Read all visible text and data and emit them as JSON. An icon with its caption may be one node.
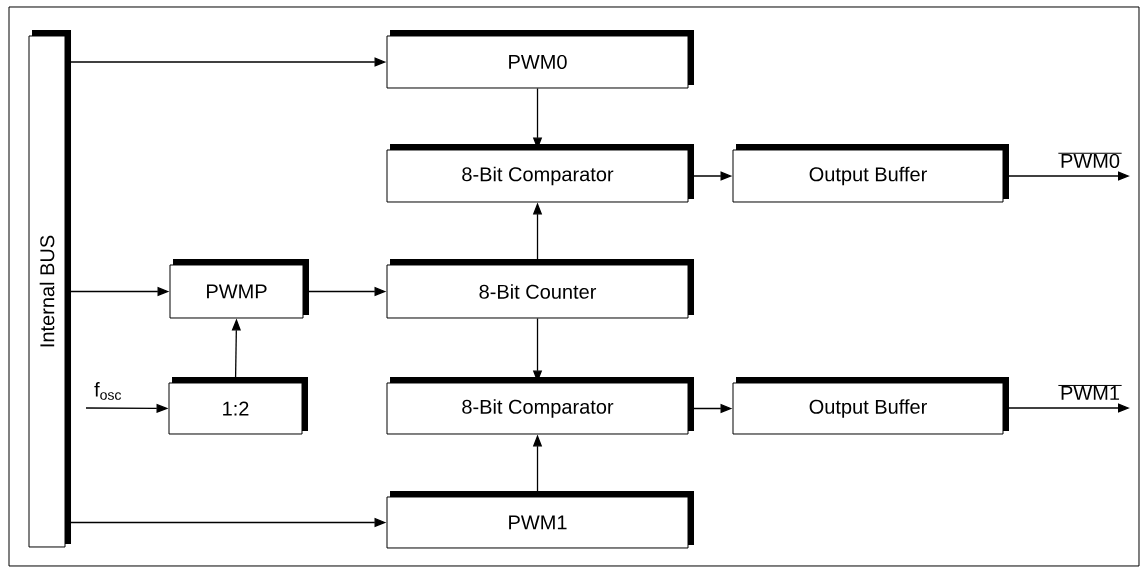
{
  "diagram": {
    "nodes": [
      {
        "text": [
          "Internal BUS"
        ]
      },
      {
        "text": [
          "PWM0"
        ]
      },
      {
        "text": [
          "8-Bit Comparator"
        ]
      },
      {
        "text": [
          "Output Buffer"
        ]
      },
      {
        "text": [
          "PWMP"
        ]
      },
      {
        "text": [
          "8-Bit Counter"
        ]
      },
      {
        "text": [
          "1:2"
        ]
      },
      {
        "text": [
          "8-Bit Comparator"
        ]
      },
      {
        "text": [
          "Output Buffer"
        ]
      },
      {
        "text": [
          "PWM1"
        ]
      }
    ],
    "edges": [
      {
        "from": 0,
        "to": 1,
        "arrow": "to"
      },
      {
        "from": 0,
        "to": 4,
        "arrow": "to"
      },
      {
        "from": 0,
        "to": 9,
        "arrow": "to"
      },
      {
        "from": 1,
        "to": 2,
        "arrow": "to"
      },
      {
        "from": 2,
        "to": 3,
        "arrow": "to"
      },
      {
        "from": 3,
        "to": null,
        "arrow": "to",
        "label": "PWM0"
      },
      {
        "from": 4,
        "to": 5,
        "arrow": "to"
      },
      {
        "from": 6,
        "to": 4,
        "arrow": "to"
      },
      {
        "from": 5,
        "to": 2,
        "arrow": "to"
      },
      {
        "from": 5,
        "to": 7,
        "arrow": "to"
      },
      {
        "from": 7,
        "to": 8,
        "arrow": "to"
      },
      {
        "from": 8,
        "to": null,
        "arrow": "to",
        "label": "PWM1"
      },
      {
        "from": 9,
        "to": 7,
        "arrow": "to"
      },
      {
        "from": null,
        "to": 6,
        "arrow": "to",
        "label": "f$_{osc}$"
      }
    ]
  }
}
